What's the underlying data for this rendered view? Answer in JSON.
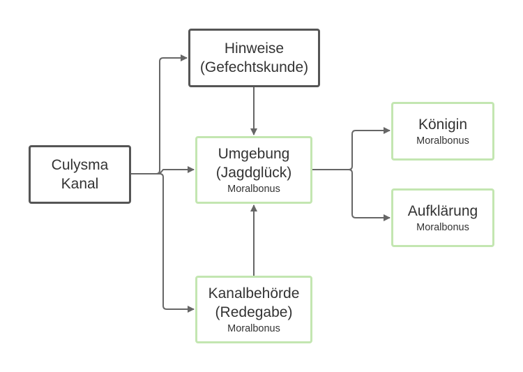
{
  "diagram": {
    "nodes": [
      {
        "id": "culysma",
        "title": "Culysma\nKanal",
        "subtitle": ""
      },
      {
        "id": "hinweise",
        "title": "Hinweise\n(Gefechtskunde)",
        "subtitle": ""
      },
      {
        "id": "umgebung",
        "title": "Umgebung\n(Jagdglück)",
        "subtitle": "Moralbonus"
      },
      {
        "id": "kanal",
        "title": "Kanalbehörde\n(Redegabe)",
        "subtitle": "Moralbonus"
      },
      {
        "id": "koenigin",
        "title": "Königin",
        "subtitle": "Moralbonus"
      },
      {
        "id": "aufklaerung",
        "title": "Aufklärung",
        "subtitle": "Moralbonus"
      }
    ],
    "edges": [
      {
        "from": "culysma",
        "to": "hinweise"
      },
      {
        "from": "culysma",
        "to": "umgebung"
      },
      {
        "from": "culysma",
        "to": "kanal"
      },
      {
        "from": "hinweise",
        "to": "umgebung"
      },
      {
        "from": "kanal",
        "to": "umgebung"
      },
      {
        "from": "umgebung",
        "to": "koenigin"
      },
      {
        "from": "umgebung",
        "to": "aufklaerung"
      }
    ],
    "colors": {
      "dark_border": "#555555",
      "green_border": "#c3e6b1",
      "connector": "#666666",
      "text": "#333333"
    }
  }
}
